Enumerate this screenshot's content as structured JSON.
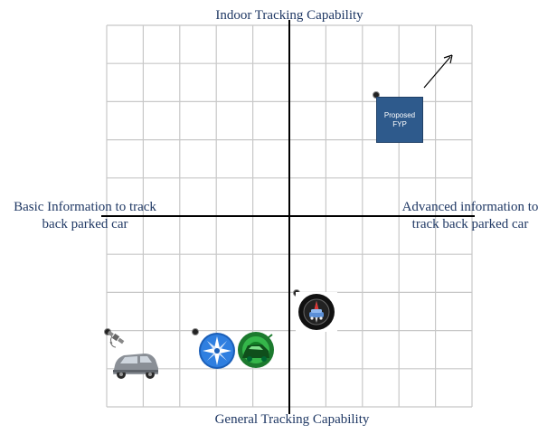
{
  "axes": {
    "top": "Indoor Tracking  Capability",
    "bottom": "General Tracking  Capability",
    "left_line1": "Basic Information to track",
    "left_line2": "back parked car",
    "right_line1": "Advanced information to",
    "right_line2": "track back parked car"
  },
  "proposed": {
    "line1": "Proposed",
    "line2": "FYP"
  },
  "items": [
    {
      "name": "proposed-fyp",
      "icon": "blue-box"
    },
    {
      "name": "compass-car-app",
      "icon": "compass-car-icon"
    },
    {
      "name": "car-gps",
      "icon": "car-satellite-icon"
    },
    {
      "name": "navigation-app",
      "icon": "compass-star-icon"
    },
    {
      "name": "car-finder-app",
      "icon": "green-car-icon"
    }
  ],
  "colors": {
    "text": "#1f3864",
    "grid": "#c8c8c8",
    "axis": "#000000",
    "box": "#2e5a8c"
  }
}
